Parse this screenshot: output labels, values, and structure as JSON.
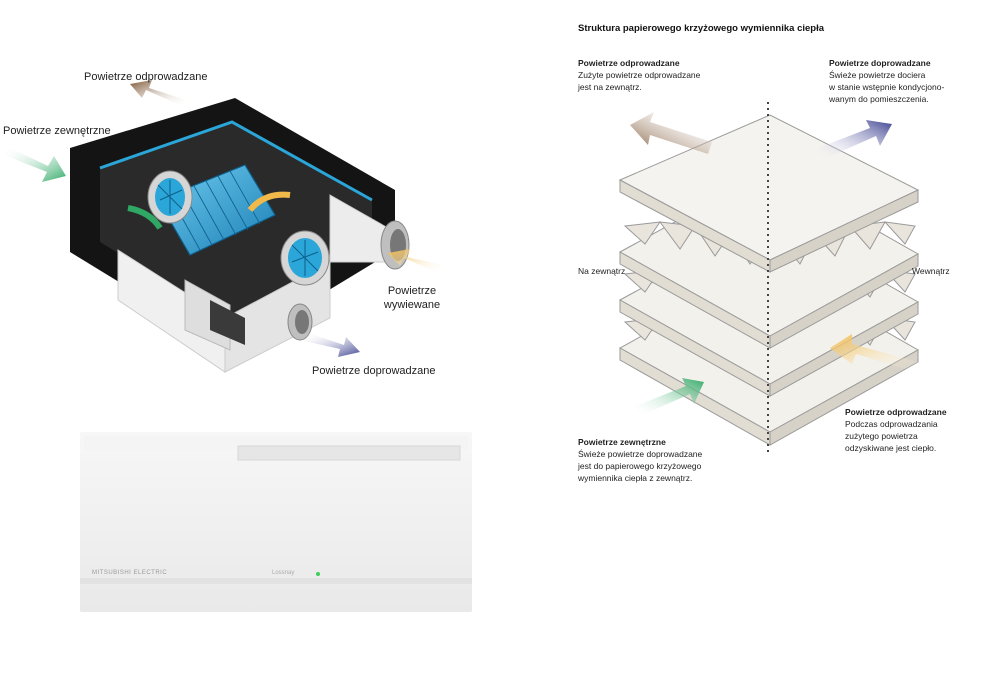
{
  "left_diagram": {
    "labels": {
      "exhaust_top": "Powietrze odprowadzane",
      "outdoor": "Powietrze zewnętrzne",
      "return_air_line1": "Powietrze",
      "return_air_line2": "wywiewane",
      "supply_bottom": "Powietrze doprowadzane"
    },
    "unit": {
      "brand": "MITSUBISHI ELECTRIC",
      "model": "Lossnay"
    },
    "colors": {
      "exhaust": "#7a5230",
      "outdoor": "#2fa865",
      "return": "#f0b94a",
      "supply": "#3a3f8f",
      "core": "#2ba6d8"
    }
  },
  "right_diagram": {
    "title": "Struktura papierowego krzyżowego wymiennika ciepła",
    "side_labels": {
      "outside": "Na zewnątrz",
      "inside": "Wewnątrz"
    },
    "callouts": {
      "top_left": {
        "heading": "Powietrze odprowadzane",
        "lines": [
          "Zużyte powietrze odprowadzane",
          "jest na zewnątrz."
        ]
      },
      "top_right": {
        "heading": "Powietrze doprowadzane",
        "lines": [
          "Świeże powietrze dociera",
          "w stanie wstępnie kondycjono-",
          "wanym do pomieszczenia."
        ]
      },
      "bottom_right": {
        "heading": "Powietrze odprowadzane",
        "lines": [
          "Podczas odprowadzania",
          "zużytego powietrza",
          "odzyskiwane jest ciepło."
        ]
      },
      "bottom_left": {
        "heading": "Powietrze zewnętrzne",
        "lines": [
          "Świeże powietrze doprowadzane",
          "jest do papierowego krzyżowego",
          "wymiennika ciepła z zewnątrz."
        ]
      }
    }
  }
}
